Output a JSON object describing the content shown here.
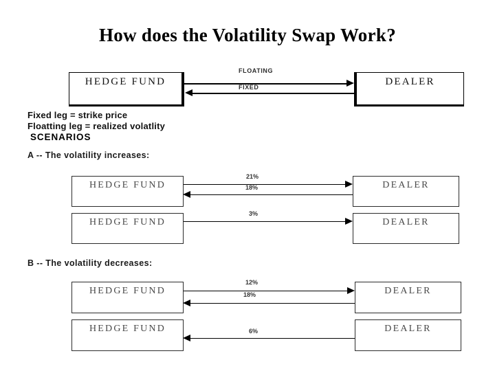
{
  "slide": {
    "title": "How does the Volatility Swap Work?"
  },
  "labels": {
    "hedge_fund": "HEDGE FUND",
    "dealer": "DEALER"
  },
  "definitions": [
    "Fixed leg = strike price",
    "Floatting leg = realized volatlity"
  ],
  "scenarios_heading": "SCENARIOS",
  "diagrams": {
    "base": {
      "top_flow_label": "FLOATING",
      "bottom_flow_label": "FIXED",
      "left_node": "HEDGE FUND",
      "right_node": "DEALER"
    },
    "scenario_a": {
      "case_label": "A -- The volatility increases:",
      "gross": {
        "top_value": "21%",
        "bottom_value": "18%",
        "left_node": "HEDGE FUND",
        "right_node": "DEALER"
      },
      "net": {
        "value": "3%",
        "left_node": "HEDGE FUND",
        "right_node": "DEALER"
      }
    },
    "scenario_b": {
      "case_label": "B -- The volatility decreases:",
      "gross": {
        "top_value": "12%",
        "bottom_value": "18%",
        "left_node": "HEDGE FUND",
        "right_node": "DEALER"
      },
      "net": {
        "value": "6%",
        "left_node": "HEDGE FUND",
        "right_node": "DEALER"
      }
    }
  }
}
